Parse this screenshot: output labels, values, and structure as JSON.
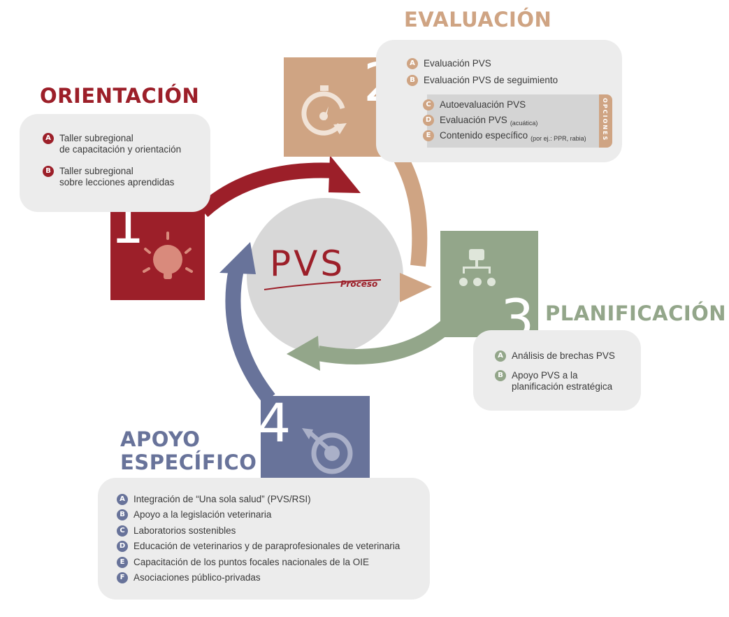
{
  "colors": {
    "orientation": "#9c1f29",
    "evaluation": "#cfa483",
    "planning": "#93a68a",
    "support": "#68739a",
    "center": "#d8d8d8",
    "box": "#ececec"
  },
  "center": {
    "logo": "PVS",
    "subtitle": "Proceso"
  },
  "stages": [
    {
      "number": "1",
      "title": "ORIENTACIÓN",
      "icon": "lightbulb-icon",
      "items": [
        {
          "letter": "A",
          "lines": [
            "Taller subregional",
            "de capacitación y orientación"
          ]
        },
        {
          "letter": "B",
          "lines": [
            "Taller subregional",
            "sobre lecciones aprendidas"
          ]
        }
      ]
    },
    {
      "number": "2",
      "title": "EVALUACIÓN",
      "icon": "stopwatch-icon",
      "items": [
        {
          "letter": "A",
          "text": "Evaluación PVS"
        },
        {
          "letter": "B",
          "text": "Evaluación PVS de seguimiento"
        }
      ],
      "options_label": "OPCIONES",
      "options": [
        {
          "letter": "C",
          "text": "Autoevaluación PVS",
          "note": ""
        },
        {
          "letter": "D",
          "text": "Evaluación PVS",
          "note": "(acuática)"
        },
        {
          "letter": "E",
          "text": "Contenido específico",
          "note": "(por ej.: PPR, rabia)"
        }
      ]
    },
    {
      "number": "3",
      "title": "PLANIFICACIÓN",
      "icon": "org-chart-icon",
      "items": [
        {
          "letter": "A",
          "lines": [
            "Análisis de brechas PVS"
          ]
        },
        {
          "letter": "B",
          "lines": [
            "Apoyo PVS a la",
            "planificación estratégica"
          ]
        }
      ]
    },
    {
      "number": "4",
      "title": [
        "APOYO",
        "ESPECÍFICO"
      ],
      "icon": "target-icon",
      "items": [
        {
          "letter": "A",
          "text": "Integración de “Una sola salud” (PVS/RSI)"
        },
        {
          "letter": "B",
          "text": "Apoyo a la legislación veterinaria"
        },
        {
          "letter": "C",
          "text": "Laboratorios sostenibles"
        },
        {
          "letter": "D",
          "text": "Educación de veterinarios y de paraprofesionales de veterinaria"
        },
        {
          "letter": "E",
          "text": "Capacitación de los puntos focales nacionales de la OIE"
        },
        {
          "letter": "F",
          "text": "Asociaciones público-privadas"
        }
      ]
    }
  ]
}
